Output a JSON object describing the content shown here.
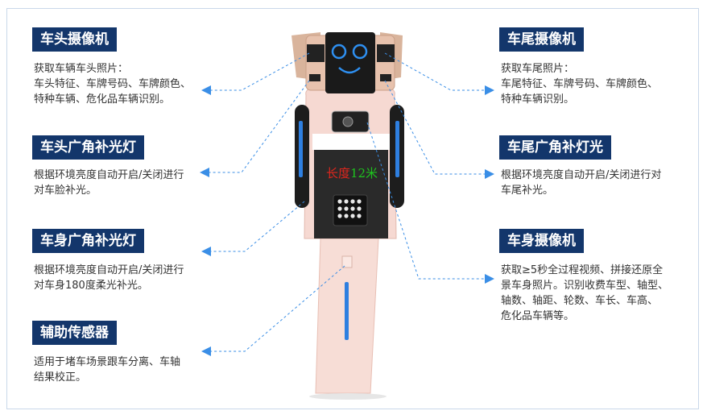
{
  "callouts": {
    "front_camera": {
      "title": "车头摄像机",
      "desc": "获取车辆车头照片：\n车头特征、车牌号码、车牌颜色、\n特种车辆、危化品车辆识别。"
    },
    "front_light": {
      "title": "车头广角补光灯",
      "desc": "根据环境亮度自动开启/关闭进行\n对车脸补光。"
    },
    "body_light": {
      "title": "车身广角补光灯",
      "desc": "根据环境亮度自动开启/关闭进行\n对车身180度柔光补光。"
    },
    "aux_sensor": {
      "title": "辅助传感器",
      "desc": "适用于堵车场景跟车分离、车轴\n结果校正。"
    },
    "rear_camera": {
      "title": "车尾摄像机",
      "desc": "获取车尾照片：\n车尾特征、车牌号码、车牌颜色、\n特种车辆识别。"
    },
    "rear_light": {
      "title": "车尾广角补灯光",
      "desc": "根据环境亮度自动开启/关闭进行对\n车尾补光。"
    },
    "body_camera": {
      "title": "车身摄像机",
      "desc": "获取≥5秒全过程视频、拼接还原全\n景车身照片。识别收费车型、轴型、\n轴数、轴距、轮数、车长、车高、\n危化品车辆等。"
    }
  },
  "display": {
    "label": "长度",
    "value": "12米"
  },
  "colors": {
    "title_bg": "#13366b",
    "leader": "#3a8ee6",
    "body": "#f6d9d2",
    "panel": "#2a2a2a"
  }
}
